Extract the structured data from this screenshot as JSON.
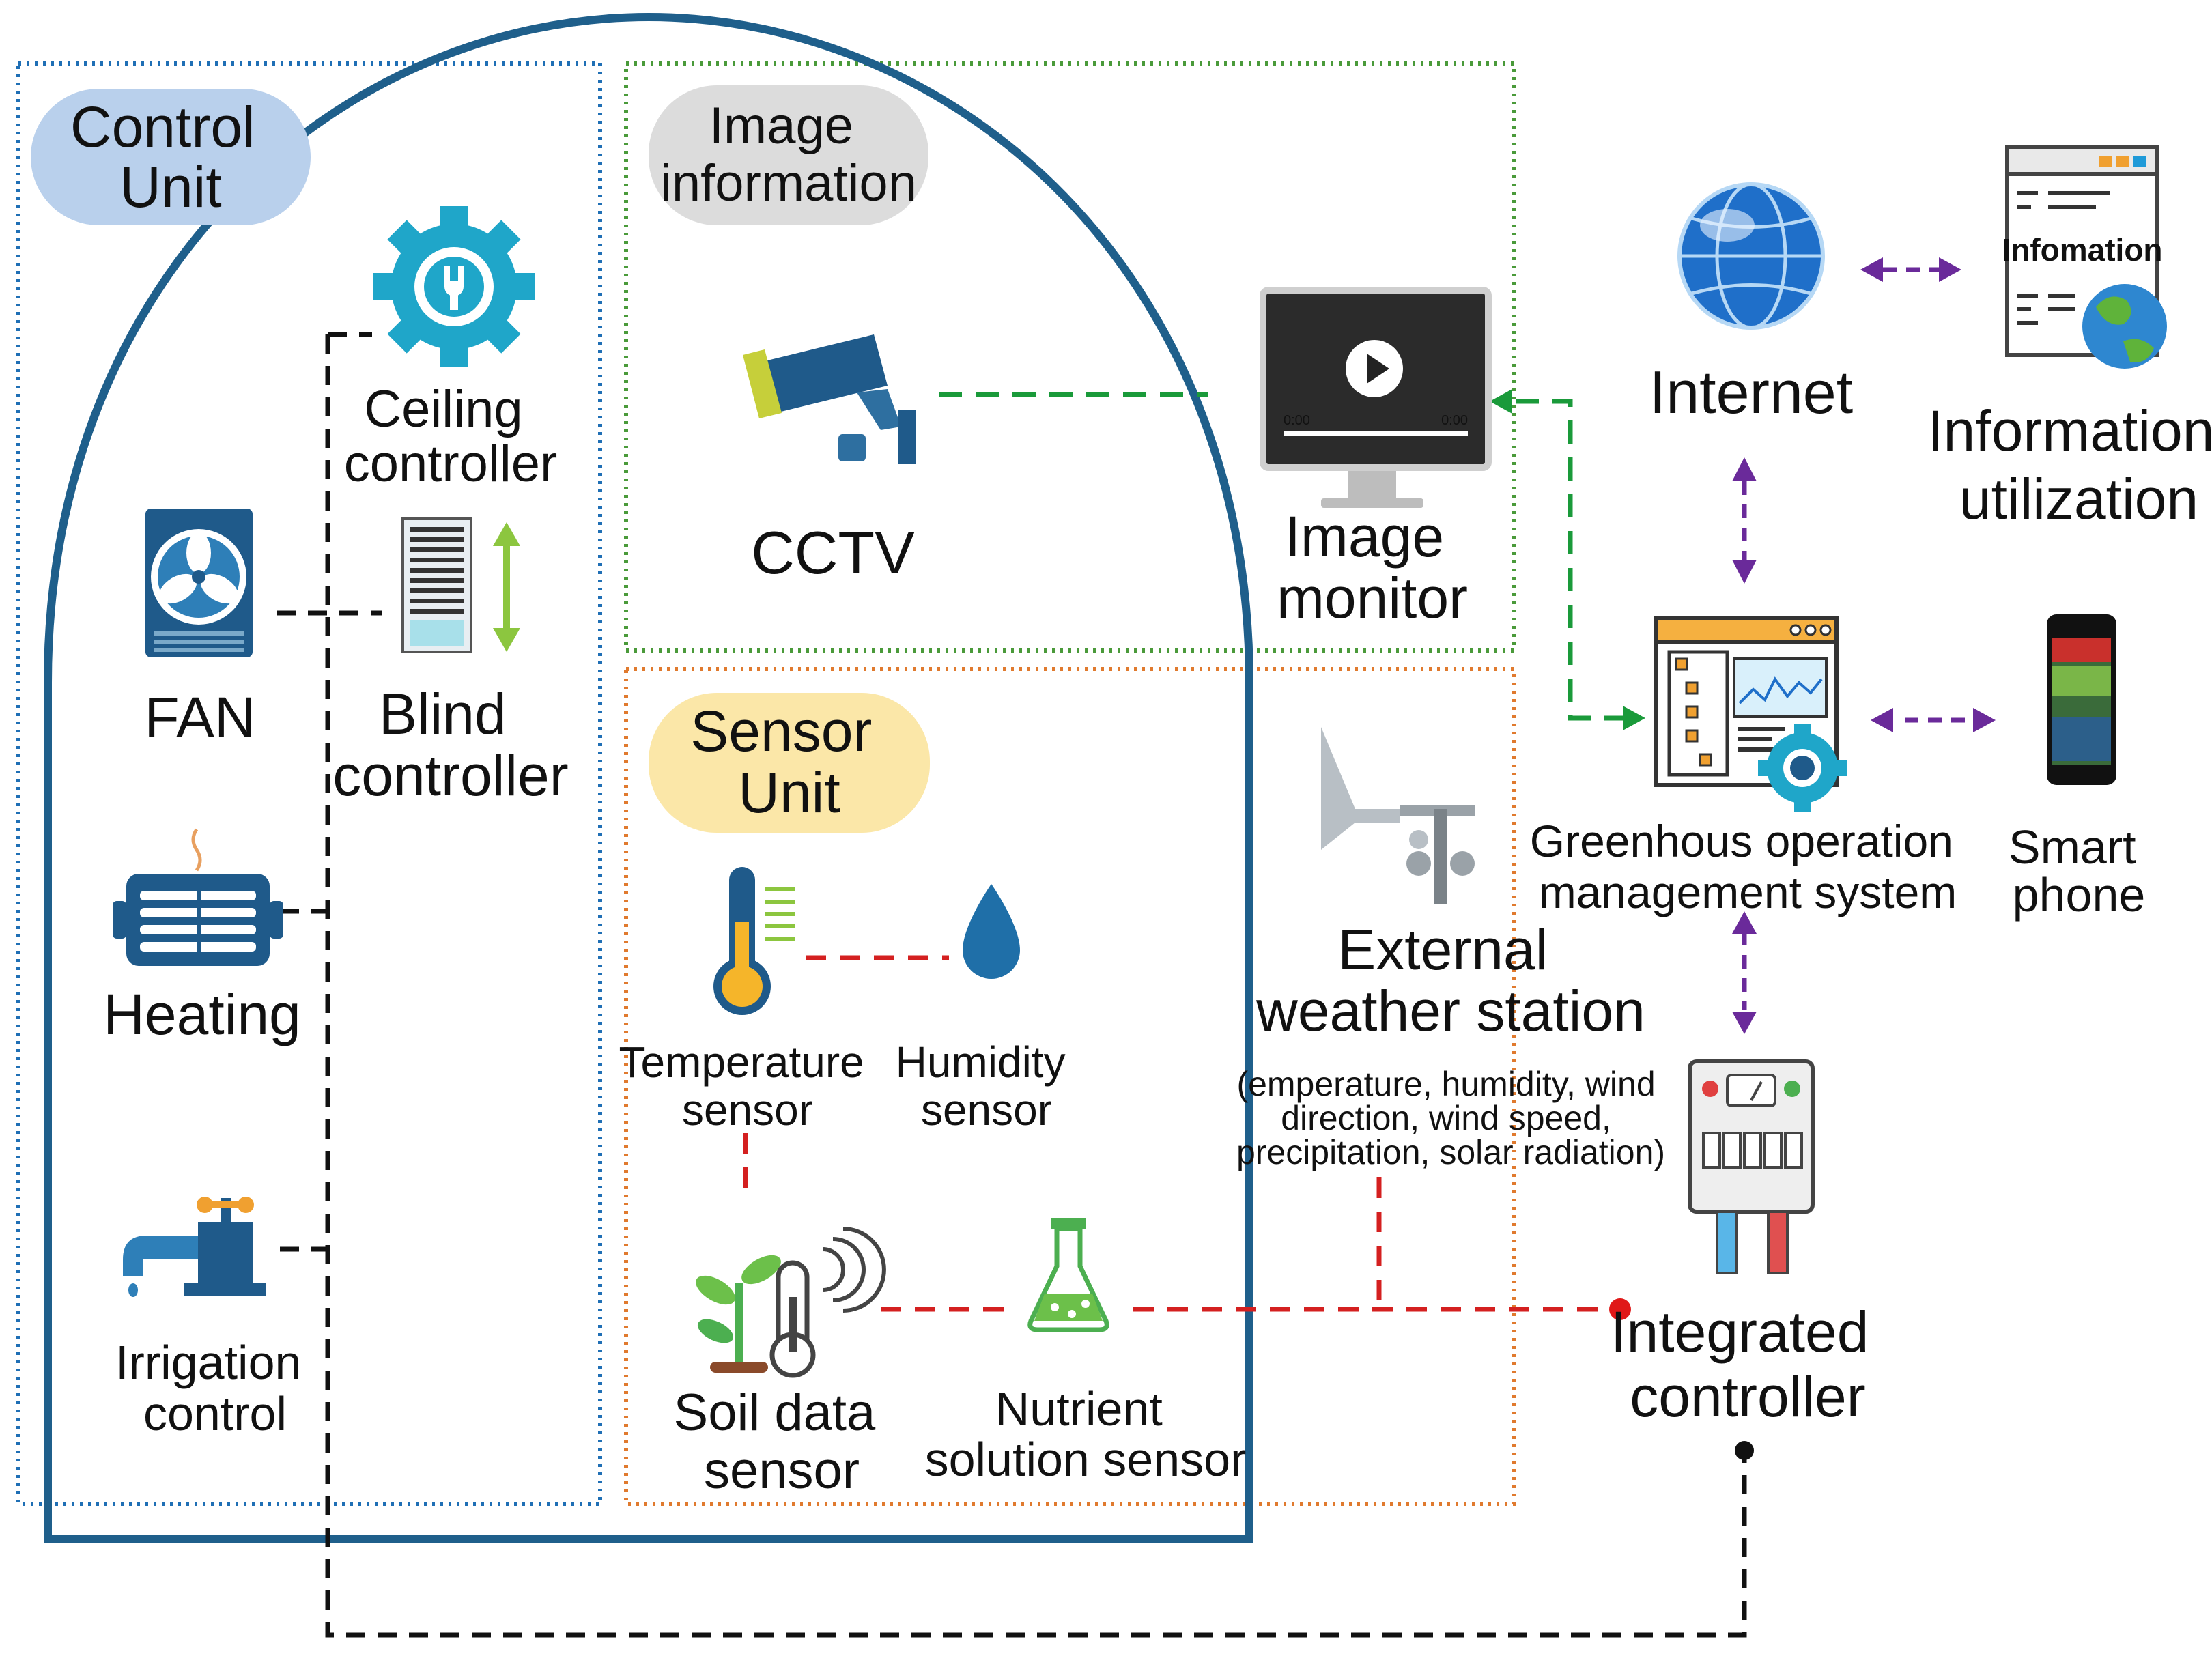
{
  "labels": {
    "control_unit": [
      "Control",
      "Unit"
    ],
    "image_info": [
      "Image",
      "information"
    ],
    "sensor_unit": [
      "Sensor",
      "Unit"
    ],
    "ceiling": [
      "Ceiling",
      "controller"
    ],
    "fan": "FAN",
    "blind": [
      "Blind",
      "controller"
    ],
    "heating": "Heating",
    "irrigation": [
      "Irrigation",
      "control"
    ],
    "cctv": "CCTV",
    "image_monitor": [
      "Image",
      "monitor"
    ],
    "temperature": [
      "Temperature",
      "sensor"
    ],
    "humidity": [
      "Humidity",
      "sensor"
    ],
    "soil": [
      "Soil data",
      "sensor"
    ],
    "nutrient": [
      "Nutrient",
      "solution sensor"
    ],
    "weather": [
      "External",
      "weather station"
    ],
    "weather_detail": [
      "(emperature, humidity, wind",
      "direction, wind speed,",
      "precipitation, solar radiation)"
    ],
    "internet": "Internet",
    "info_util": [
      "Information",
      "utilization"
    ],
    "info_icon_text": "Infomation",
    "gos": [
      "Greenhous operation",
      "management system"
    ],
    "smartphone": [
      "Smart",
      "phone"
    ],
    "integrated": [
      "Integrated",
      "controller"
    ],
    "monitor_time_start": "0:00",
    "monitor_time_end": "0:00"
  },
  "colors": {
    "greenhouse": "#1f5f8b",
    "control_box": "#1f6fb5",
    "image_box": "#4a9a3a",
    "sensor_box": "#e07a2e",
    "control_pill": "#b9d0ec",
    "image_pill": "#dcdcdc",
    "sensor_pill": "#fbe7a8",
    "green_link": "#1a9a3a",
    "red_link": "#d42020",
    "purple_link": "#6a2a9a",
    "black_link": "#111111"
  }
}
